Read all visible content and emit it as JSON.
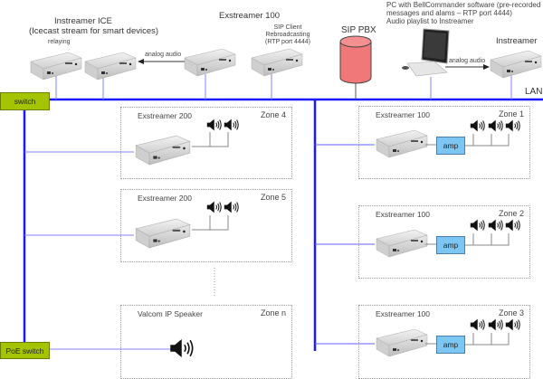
{
  "network": {
    "lan_label": "LAN",
    "switch_label": "switch",
    "poe_switch_label": "PoE switch",
    "colors": {
      "lan": "#1a1aff",
      "drop": "#8080ff",
      "switch": "#a4c400",
      "amp": "#7cc6f4",
      "pbx": "#f07878"
    }
  },
  "top": {
    "instreamer_ice": {
      "title": "Instreamer ICE",
      "subtitle": "(Icecast stream for smart devices)",
      "relaying_label": "relaying"
    },
    "exstreamer_100": {
      "title": "Exstreamer 100",
      "analog_audio_label": "analog audio"
    },
    "sip_client": {
      "line1": "SIP Client",
      "line2": "Rebroadcasting",
      "line3": "(RTP port 4444)"
    },
    "sip_pbx": {
      "title": "SIP PBX"
    },
    "pc": {
      "line1": "PC with BellCommander software (pre-recorded",
      "line2": "messages and alams – RTP port 4444)",
      "line3": "Audio playlist to Instreamer",
      "analog_audio_label": "analog audio"
    },
    "instreamer": {
      "title": "Instreamer"
    }
  },
  "zones_left": [
    {
      "device": "Exstreamer 200",
      "zone": "Zone 4",
      "speakers": 2
    },
    {
      "device": "Exstreamer 200",
      "zone": "Zone 5",
      "speakers": 2
    },
    {
      "device": "Valcom IP Speaker",
      "zone": "Zone n",
      "speakers": 1
    }
  ],
  "zones_right": [
    {
      "device": "Exstreamer 100",
      "zone": "Zone 1",
      "amp_label": "amp",
      "speakers": 3
    },
    {
      "device": "Exstreamer 100",
      "zone": "Zone 2",
      "amp_label": "amp",
      "speakers": 3
    },
    {
      "device": "Exstreamer 100",
      "zone": "Zone 3",
      "amp_label": "amp",
      "speakers": 3
    }
  ]
}
